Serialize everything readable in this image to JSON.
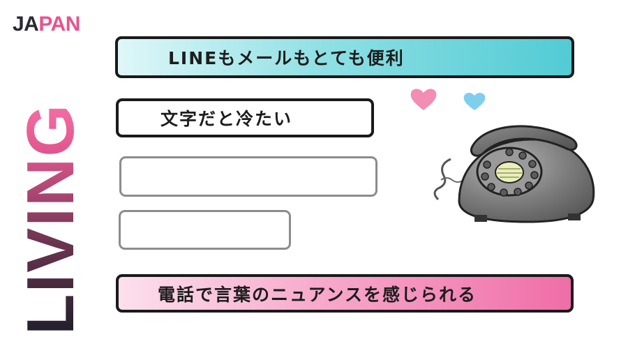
{
  "logo": {
    "japan_part1": "JA",
    "japan_part2": "PAN",
    "living": "LIVING"
  },
  "boxes": {
    "line_mail": "LINEもメールもとても便利",
    "text_cold": "文字だと冷たい",
    "blank_1": "",
    "blank_2": "",
    "phone_nuance": "電話で言葉のニュアンスを感じられる"
  },
  "colors": {
    "brand_pink": "#e8528f",
    "brand_dark": "#2b2a33",
    "box1_fill": "#52cbd4",
    "box5_fill": "#ef6ea7",
    "heart_pink": "#f28db4",
    "heart_blue": "#7fcfec"
  },
  "icons": [
    "pink-heart-icon",
    "blue-heart-icon",
    "rotary-telephone-icon"
  ]
}
